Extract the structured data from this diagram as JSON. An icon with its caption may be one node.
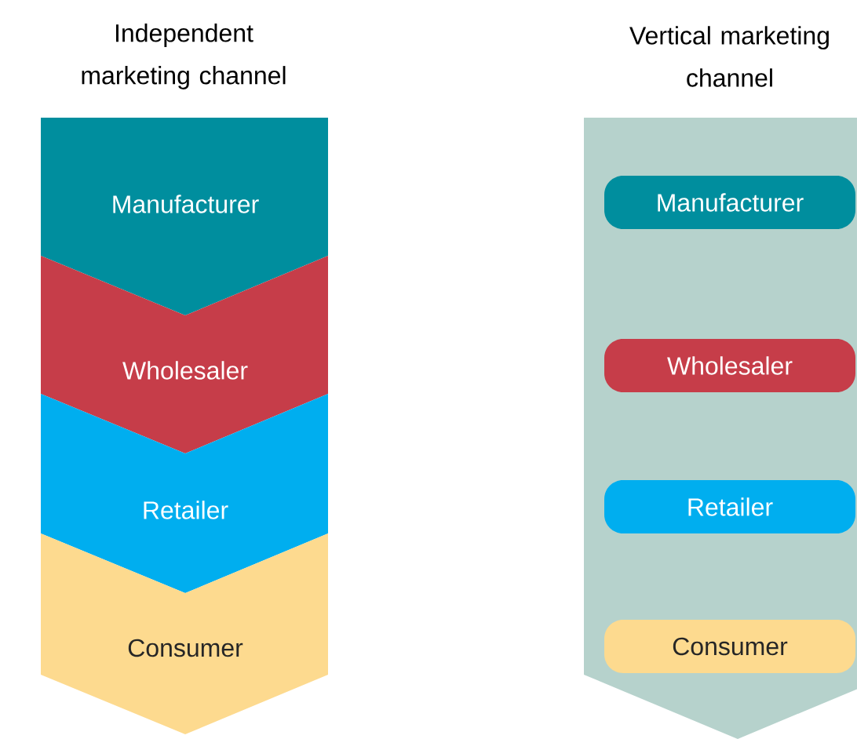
{
  "diagram": {
    "nodes": [
      {
        "text": [
          "Manufacturer"
        ]
      },
      {
        "text": [
          "Wholesaler"
        ]
      },
      {
        "text": [
          "Retailer"
        ]
      },
      {
        "text": [
          "Consumer"
        ]
      },
      {
        "text": [
          "Vertical marketing channel"
        ]
      },
      {
        "text": [
          "Manufacturer"
        ],
        "in": 4
      },
      {
        "text": [
          "Wholesaler"
        ],
        "in": 4
      },
      {
        "text": [
          "Retailer"
        ],
        "in": 4
      },
      {
        "text": [
          "Consumer"
        ],
        "in": 4
      }
    ],
    "labels": [
      "Independent marketing channel"
    ]
  }
}
